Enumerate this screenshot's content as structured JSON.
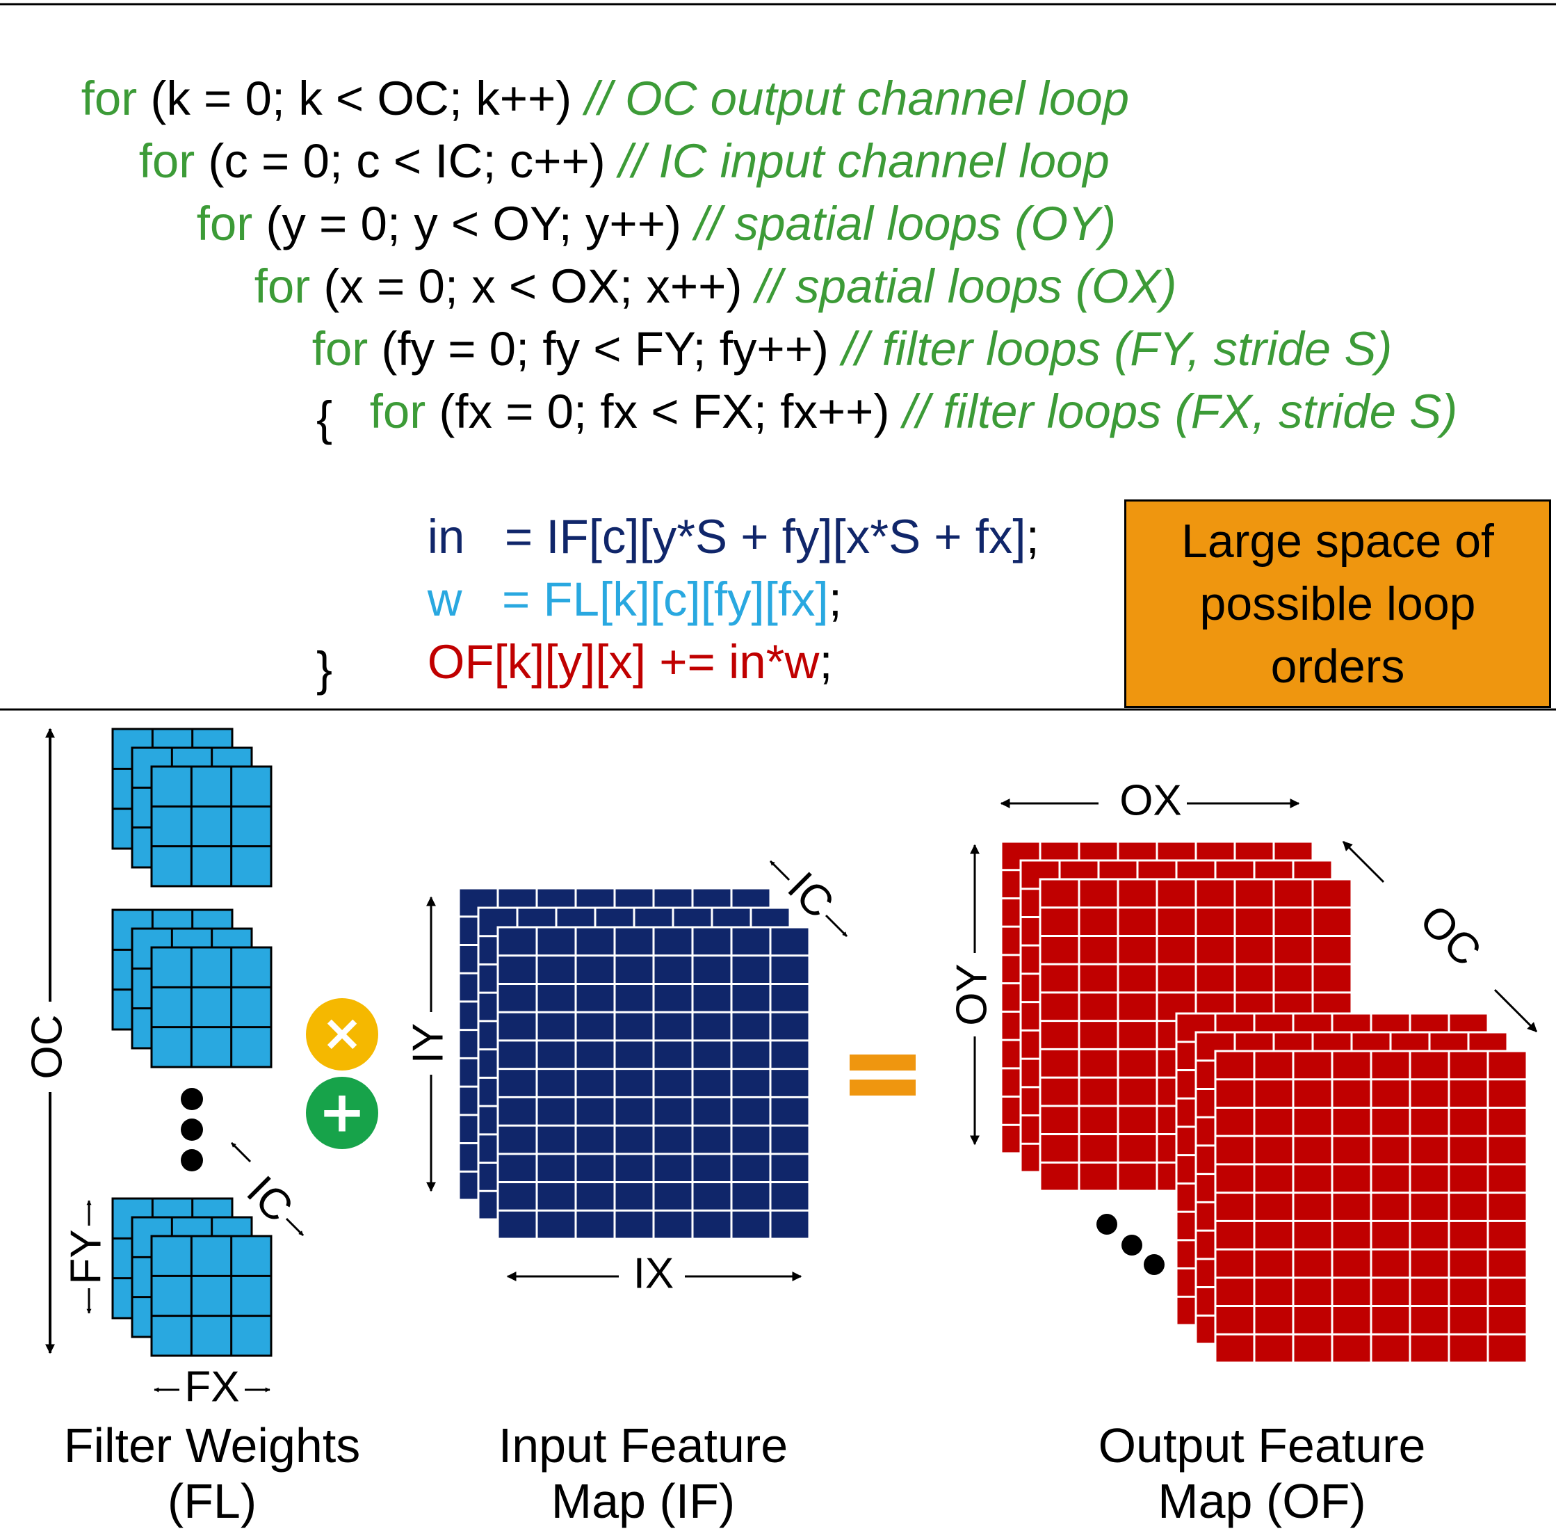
{
  "code": {
    "keyword": "for",
    "loops": [
      {
        "header": " (k = 0; k < OC; k++) ",
        "comment": "// OC output channel loop"
      },
      {
        "header": " (c = 0; c < IC; c++) ",
        "comment": "// IC input channel loop"
      },
      {
        "header": " (y = 0; y < OY; y++) ",
        "comment": "// spatial loops (OY)"
      },
      {
        "header": " (x = 0; x < OX; x++) ",
        "comment": "// spatial loops (OX)"
      },
      {
        "header": " (fy = 0; fy < FY; fy++) ",
        "comment": "// filter loops (FY, stride S)"
      },
      {
        "header": " (fx = 0; fx < FX; fx++) ",
        "comment": "// filter loops (FX, stride S)"
      }
    ],
    "open_brace": "{",
    "close_brace": "}",
    "stmt_in": {
      "lhs": "in   = ",
      "rhs": "IF[c][y*S + fy][x*S + fx]",
      "end": ";"
    },
    "stmt_w": {
      "lhs": "w   = ",
      "rhs": "FL[k][c][fy][fx]",
      "end": ";"
    },
    "stmt_of": {
      "lhs": "OF[k][y][x] += in*w",
      "end": ";"
    }
  },
  "callout": {
    "text": "Large space of possible loop orders"
  },
  "labels": {
    "oc_left": "OC",
    "ic_filter": "IC",
    "fy": "FY",
    "fx": "FX",
    "iy": "IY",
    "ix": "IX",
    "ic_input": "IC",
    "ox": "OX",
    "oy": "OY",
    "oc_right": "OC"
  },
  "captions": {
    "filter": "Filter Weights (FL)",
    "input": "Input Feature Map (IF)",
    "output": "Output Feature Map (OF)"
  },
  "operators": {
    "multiply": "×",
    "add": "+"
  },
  "colors": {
    "keyword_green": "#3c9b37",
    "input_navy": "#10266a",
    "weight_blue": "#29a8e0",
    "output_red": "#c00000",
    "callout_orange": "#ef960f",
    "multiply_yellow": "#f5b800",
    "add_green": "#17a34a",
    "equals_orange": "#ef960f"
  }
}
